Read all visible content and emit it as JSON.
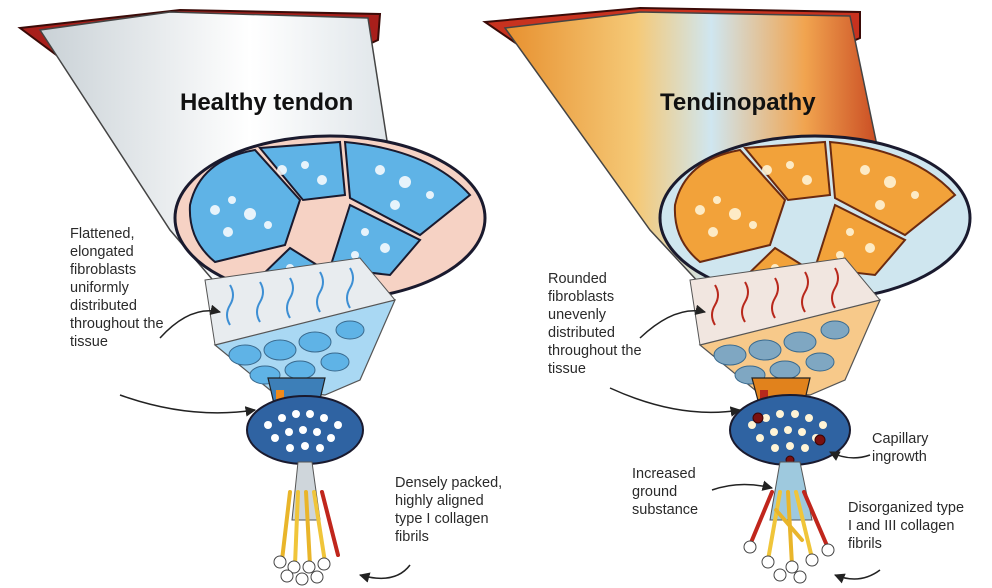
{
  "panels": {
    "healthy": {
      "title": "Healthy tendon",
      "fibroblast_label": "Flattened,\nelongated\nfibroblasts\nuniformly\ndistributed\nthroughout the\ntissue",
      "collagen_label": "Densely packed,\nhighly aligned\ntype I collagen\nfibrils",
      "palette": {
        "muscle": "#b3261e",
        "tendon": "#d9dfe3",
        "fascicle": "#5fb3e6",
        "fascicle_light": "#a9d8f3",
        "sheath": "#f6d2c4",
        "fiber": "#3d7fb8",
        "core": "#ffffff"
      }
    },
    "tendinopathy": {
      "title": "Tendinopathy",
      "fibroblast_label": "Rounded\nfibroblasts\nunevenly\ndistributed\nthroughout the\ntissue",
      "ground_label": "Increased\nground\nsubstance",
      "capillary_label": "Capillary\ningrowth",
      "collagen_label": "Disorganized type\nI and III collagen\nfibrils",
      "palette": {
        "muscle": "#c8321f",
        "tendon": "#f3b24a",
        "fascicle": "#f2a23a",
        "fascicle_light": "#f7c98a",
        "sheath": "#cfe6ef",
        "fiber": "#b8281c",
        "core": "#fff4d6"
      }
    }
  }
}
